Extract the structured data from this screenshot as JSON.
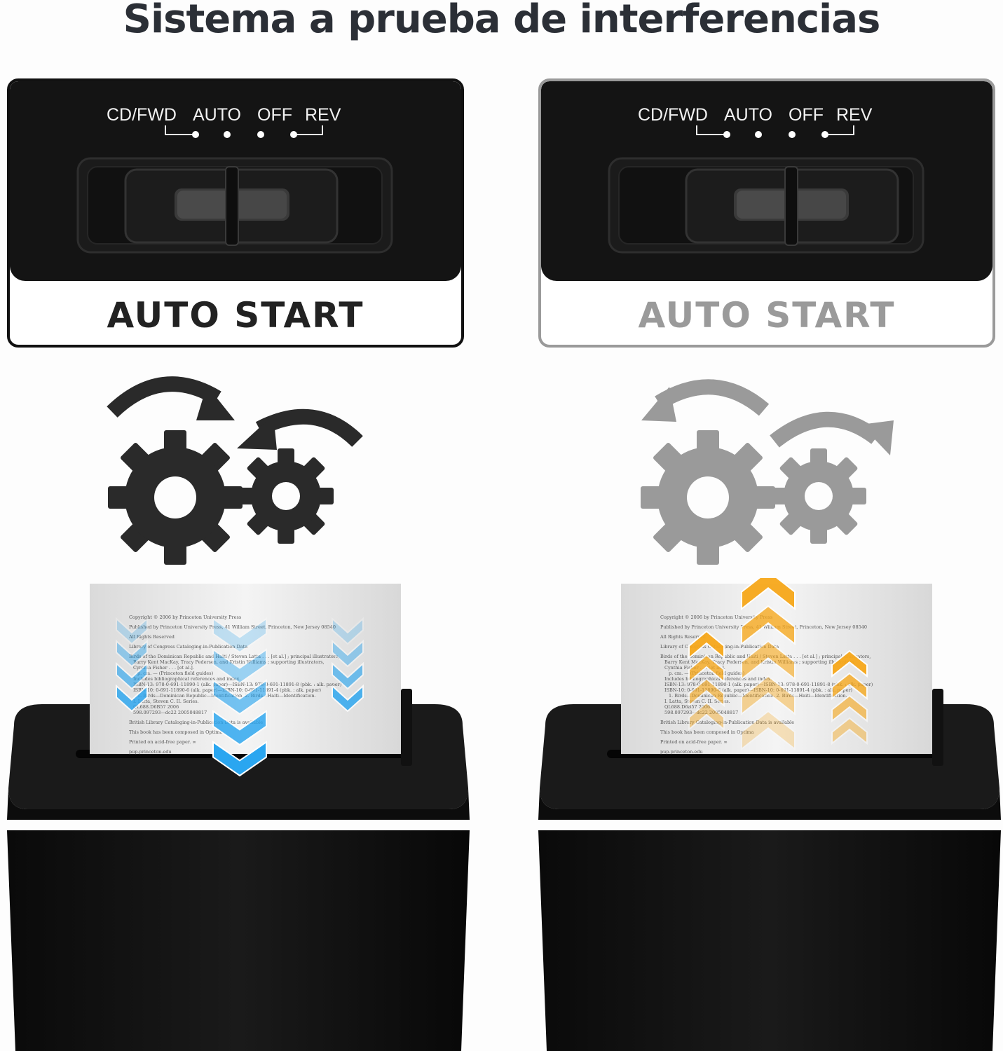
{
  "title": "Sistema a prueba de interferencias",
  "panels": [
    {
      "state": "active",
      "switch_labels": [
        "CD/FWD",
        "AUTO",
        "OFF",
        "REV"
      ],
      "caption": "AUTO START",
      "gear_color": "#2a2a2a",
      "arrow_direction": "forward",
      "paper_arrow_color": "#2aa6f0",
      "paper_arrow_direction": "down"
    },
    {
      "state": "inactive",
      "switch_labels": [
        "CD/FWD",
        "AUTO",
        "OFF",
        "REV"
      ],
      "caption": "AUTO START",
      "gear_color": "#9a9a9a",
      "arrow_direction": "reverse",
      "paper_arrow_color": "#f7a81b",
      "paper_arrow_direction": "up"
    }
  ],
  "paper_text": [
    "Copyright © 2006 by Princeton University Press",
    "Published by Princeton University Press, 41 William Street, Princeton, New Jersey 08540",
    "All Rights Reserved",
    "Library of Congress Cataloging-in-Publication Data",
    "Birds of the Dominican Republic and Haiti / Steven Latta . . . [et al.] ; principal illustrators,",
    "Barry Kent MacKay, Tracy Pedersen, and Kristin Williams ; supporting illustrators,",
    "Cynthia Fisher . . . [et al.].",
    "p. cm. — (Princeton field guides)",
    "Includes bibliographical references and index.",
    "ISBN-13: 978-0-691-11890-1 (alk. paper)—ISBN-13: 978-0-691-11891-8 (pbk. : alk. paper)",
    "ISBN-10: 0-691-11890-6 (alk. paper)—ISBN-10: 0-691-11891-4 (pbk. : alk. paper)",
    "1. Birds—Dominican Republic—Identification. 2. Birds—Haiti—Identification.",
    "I. Latta, Steven C. II. Series.",
    "QL688.D6B57 2006",
    "598.097293—dc22 2005048817",
    "British Library Cataloging-in-Publication Data is available",
    "This book has been composed in Optima",
    "Printed on acid-free paper. ∞",
    "pup.princeton.edu"
  ]
}
